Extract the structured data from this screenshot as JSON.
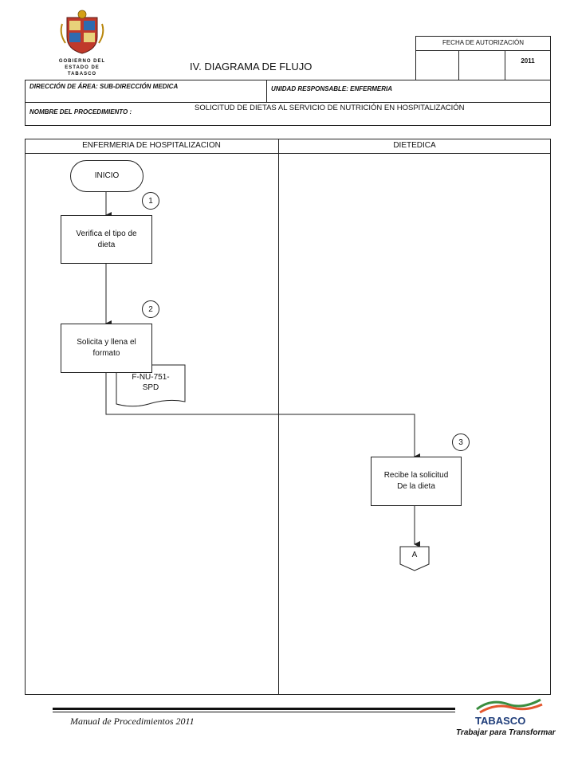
{
  "header": {
    "title": "IV. DIAGRAMA  DE FLUJO",
    "authorization_label": "FECHA DE AUTORIZACIÓN",
    "year": "2011",
    "area": "DIRECCIÓN DE ÁREA: SUB-DIRECCIÓN MEDICA",
    "unit": "UNIDAD RESPONSABLE: ENFERMERIA",
    "procedure_label": "NOMBRE DEL PROCEDIMIENTO :",
    "procedure_name": "SOLICITUD DE DIETAS AL SERVICIO DE NUTRICIÓN EN HOSPITALIZACIÓN"
  },
  "logo": {
    "line1": "GOBIERNO DEL",
    "line2": "ESTADO DE",
    "line3": "TABASCO"
  },
  "lanes": [
    "ENFERMERIA DE HOSPITALIZACION",
    "DIETEDICA"
  ],
  "flow": {
    "start": "INICIO",
    "steps": [
      {
        "number": "1",
        "text": "Verifica el tipo de\ndieta"
      },
      {
        "number": "2",
        "text": "Solicita y llena el\nformato"
      },
      {
        "number": "3",
        "text": "Recibe la solicitud\nDe la dieta"
      }
    ],
    "document": "F-NU-751-\nSPD",
    "connector": "A"
  },
  "footer": {
    "manual": "Manual de Procedimientos 2011",
    "brand": "TABASCO",
    "slogan": "Trabajar para Transformar"
  },
  "colors": {
    "line": "#222222",
    "brand_orange": "#e4572e",
    "brand_green": "#3a8d3f",
    "brand_blue": "#1f3d7a",
    "shield_red": "#c0392b"
  }
}
